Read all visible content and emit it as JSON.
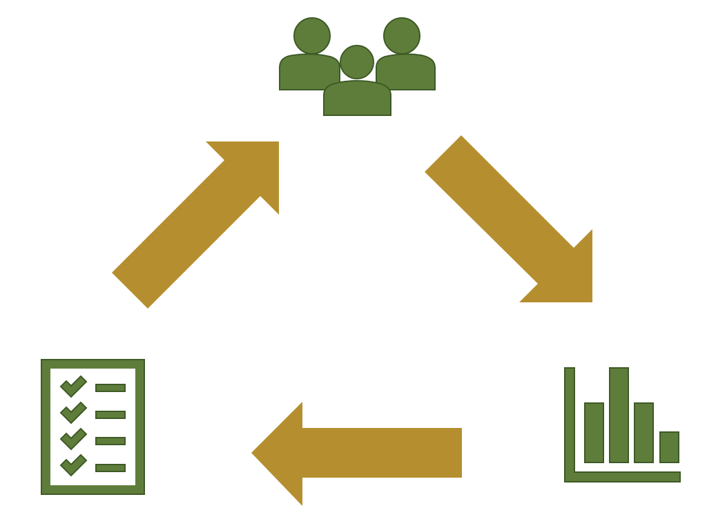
{
  "diagram": {
    "type": "cycle",
    "nodes": [
      {
        "id": "team",
        "icon": "people-group-icon"
      },
      {
        "id": "results",
        "icon": "bar-chart-icon"
      },
      {
        "id": "checklist",
        "icon": "checklist-icon"
      }
    ],
    "edges": [
      {
        "from": "team",
        "to": "results",
        "icon": "arrow-down-right-icon"
      },
      {
        "from": "results",
        "to": "checklist",
        "icon": "arrow-left-icon"
      },
      {
        "from": "checklist",
        "to": "team",
        "icon": "arrow-up-right-icon"
      }
    ],
    "colors": {
      "icon_fill": "#5f7d3a",
      "icon_stroke": "#3d5a26",
      "arrow_fill": "#b58f2f",
      "background": "#ffffff"
    }
  }
}
